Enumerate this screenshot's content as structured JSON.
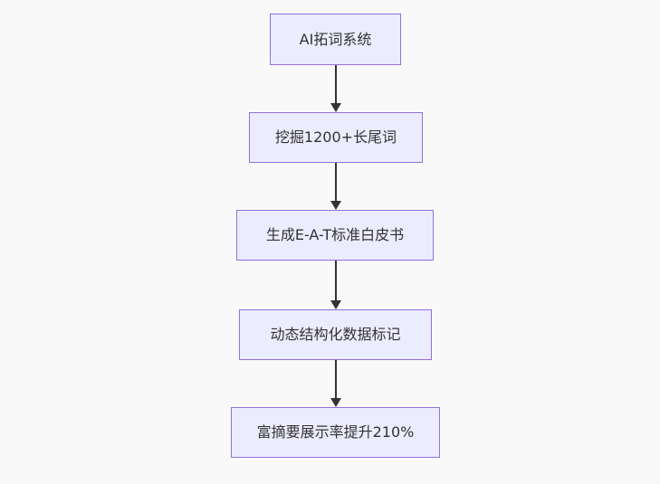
{
  "diagram": {
    "type": "flowchart",
    "direction": "top-down",
    "nodes": [
      {
        "id": "n1",
        "label": "AI拓词系统"
      },
      {
        "id": "n2",
        "label": "挖掘1200+长尾词"
      },
      {
        "id": "n3",
        "label": "生成E-A-T标准白皮书"
      },
      {
        "id": "n4",
        "label": "动态结构化数据标记"
      },
      {
        "id": "n5",
        "label": "富摘要展示率提升210%"
      }
    ],
    "edges": [
      {
        "from": "n1",
        "to": "n2"
      },
      {
        "from": "n2",
        "to": "n3"
      },
      {
        "from": "n3",
        "to": "n4"
      },
      {
        "from": "n4",
        "to": "n5"
      }
    ]
  },
  "colors": {
    "canvas-bg": "#f9f9f9",
    "node-fill": "#ececff",
    "node-border": "#9370db",
    "node-text": "#333333",
    "edge-color": "#333333"
  }
}
